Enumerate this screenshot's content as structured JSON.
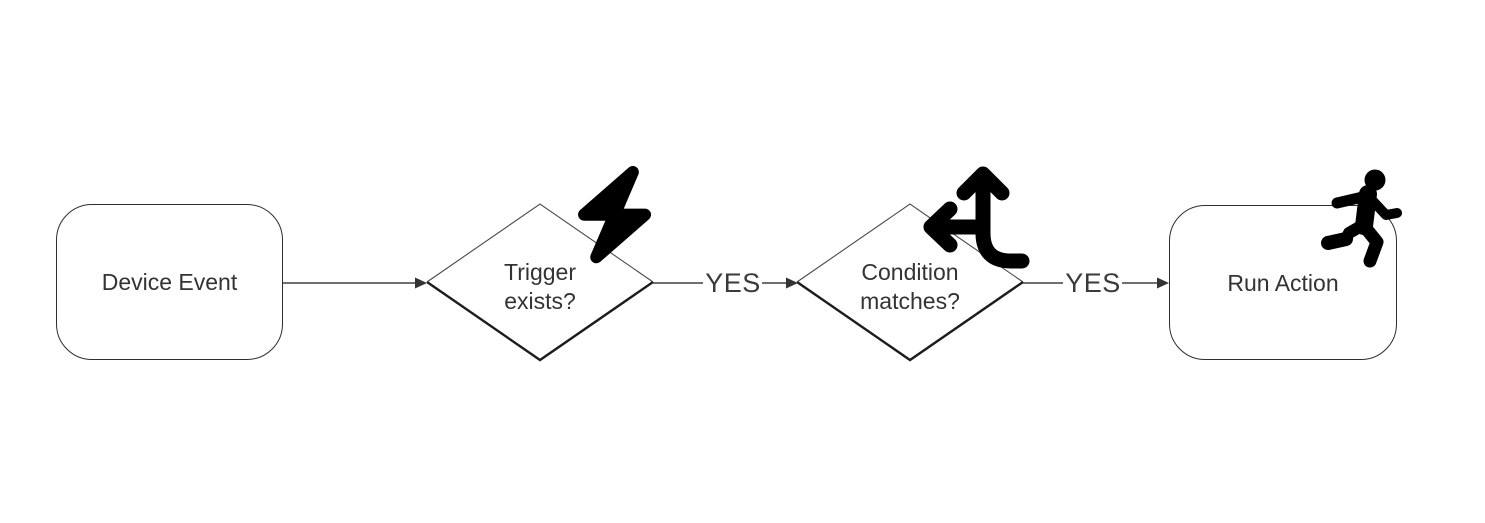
{
  "diagram": {
    "type": "flowchart",
    "direction": "left-to-right",
    "nodes": [
      {
        "id": "device-event",
        "shape": "rounded-rectangle",
        "role": "start",
        "label": "Device Event",
        "icon": null
      },
      {
        "id": "trigger-exists",
        "shape": "diamond",
        "role": "decision",
        "label": "Trigger exists?",
        "icon": "bolt-icon"
      },
      {
        "id": "condition-matches",
        "shape": "diamond",
        "role": "decision",
        "label": "Condition matches?",
        "icon": "split-arrows-icon"
      },
      {
        "id": "run-action",
        "shape": "rounded-rectangle",
        "role": "end",
        "label": "Run Action",
        "icon": "person-running-icon"
      }
    ],
    "edges": [
      {
        "from": "device-event",
        "to": "trigger-exists",
        "label": ""
      },
      {
        "from": "trigger-exists",
        "to": "condition-matches",
        "label": "YES"
      },
      {
        "from": "condition-matches",
        "to": "run-action",
        "label": "YES"
      }
    ],
    "colors": {
      "background": "#ffffff",
      "connector_line": "#404040",
      "arrowhead": "#333333",
      "text": "#333333",
      "icon": "#000000",
      "diamond_edge_light": "#4a4a4a",
      "diamond_edge_dark": "#1c1c1c",
      "box_border": "#2e2e2e"
    }
  }
}
